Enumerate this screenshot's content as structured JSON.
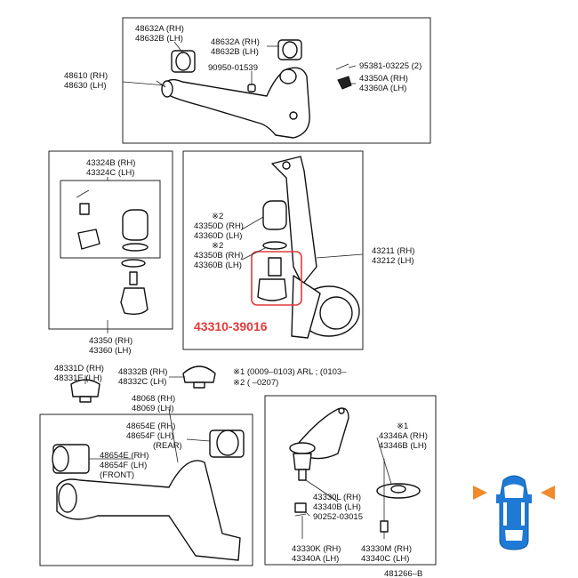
{
  "highlight": {
    "part_number": "43310-39016",
    "color": "#e23a3a"
  },
  "labels": {
    "ua_bush_a_1": "48632A (RH)",
    "ua_bush_a_2": "48632B (LH)",
    "ua_bush_b_1": "48632A (RH)",
    "ua_bush_b_2": "48632B (LH)",
    "ua_plug": "90950-01539",
    "ua_arm_1": "48610 (RH)",
    "ua_arm_2": "48630 (LH)",
    "ua_pin": "95381-03225 (2)",
    "ua_nut_1": "43350A (RH)",
    "ua_nut_2": "43360A (LH)",
    "kit_1": "43324B (RH)",
    "kit_2": "43324C (LH)",
    "lbj_1": "43350 (RH)",
    "lbj_2": "43360 (LH)",
    "boot_mark": "※2",
    "boot_1": "43350D (RH)",
    "boot_2": "43360D (LH)",
    "ring_mark": "※2",
    "ring_1": "43350B (RH)",
    "ring_2": "43360B (LH)",
    "knuckle_1": "43211 (RH)",
    "knuckle_2": "43212 (LH)",
    "la_bush_top_1": "48331D (RH)",
    "la_bush_top_2": "48331E (LH)",
    "la_bush_mid_1": "48332B (RH)",
    "la_bush_mid_2": "48332C (LH)",
    "la_arm_1": "48068 (RH)",
    "la_arm_2": "48069 (LH)",
    "la_rear_1": "48654E (RH)",
    "la_rear_2": "48654F (LH)",
    "la_rear_3": "(REAR)",
    "la_front_1": "48654E (RH)",
    "la_front_2": "48654F (LH)",
    "la_front_3": "(FRONT)",
    "note_1": "※1 (0009–0103) ARL ; (0103–",
    "note_2": "※2 (           –0207)",
    "cover_mark": "※1",
    "cover_1": "43346A (RH)",
    "cover_2": "43346B (LH)",
    "bj_1": "43330L (RH)",
    "bj_2": "43340B (LH)",
    "bj_bolt": "90252-03015",
    "bj_bottom_1": "43330K (RH)",
    "bj_bottom_2": "43340A (LH)",
    "bolt_bottom_1": "43330M (RH)",
    "bolt_bottom_2": "43340C (LH)",
    "diagram_no": "481266–B"
  },
  "icon": {
    "name": "car-top-view-icon",
    "body_color": "#1f7ad6",
    "arrow_color": "#f08a2a"
  }
}
